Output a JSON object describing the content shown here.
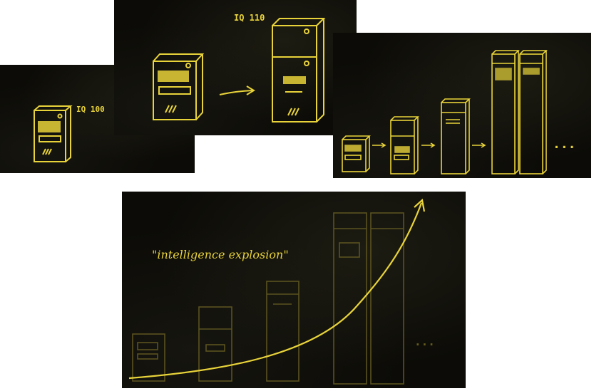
{
  "panels": {
    "first": {
      "label": "IQ 100"
    },
    "second": {
      "label": "IQ 110"
    },
    "third": {
      "ellipsis": "..."
    },
    "fourth": {
      "caption": "\"intelligence explosion\"",
      "ellipsis": "..."
    }
  },
  "colors": {
    "chalk": "#e8d33a",
    "chalk_dim": "#5a5220",
    "panel_bg": "#0c0b07",
    "page_bg": "#ffffff"
  },
  "icons": [
    "computer-tower-icon",
    "arrow-right-icon",
    "growth-curve-arrow-icon"
  ]
}
